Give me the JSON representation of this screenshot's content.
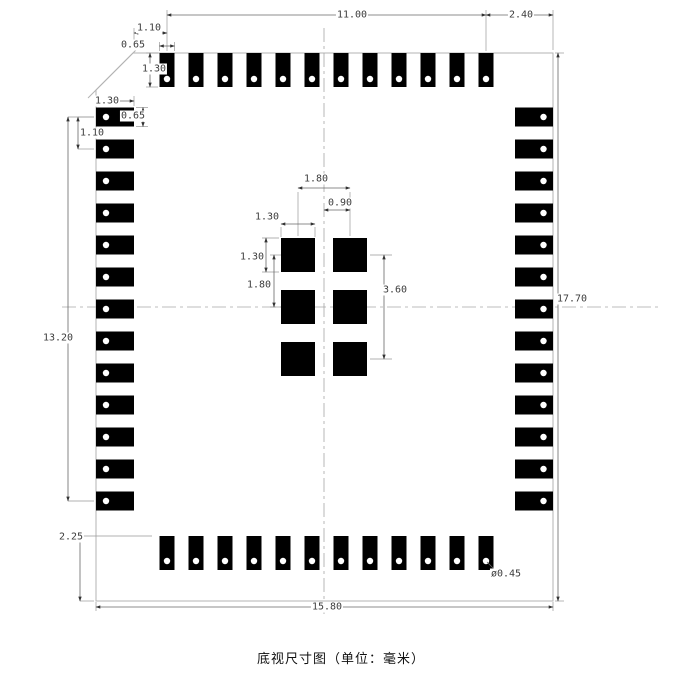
{
  "caption": "底视尺寸图（单位：毫米）",
  "dims": {
    "top_span": "11.00",
    "top_right": "2.40",
    "chamfer_to_pad": "1.10",
    "top_pad_width": "0.65",
    "top_pad_length": "1.30",
    "left_pad_length": "1.30",
    "left_pad_width": "0.65",
    "left_pad_pitch": "1.10",
    "module_height": "17.70",
    "left_span": "13.20",
    "bottom_clearance": "2.25",
    "module_width": "15.80",
    "hole_dia": "ø0.45",
    "center_col_pitch": "1.80",
    "center_half_pitch": "0.90",
    "center_pad_w": "1.30",
    "center_pad_h": "1.30",
    "center_row_pitch": "1.80",
    "center_span": "3.60"
  },
  "colors": {
    "pad": "#000000",
    "outline": "#b3b3b3",
    "centerline": "#a6a6a6",
    "dimension_line": "#666666",
    "text": "#3c3c3c"
  }
}
